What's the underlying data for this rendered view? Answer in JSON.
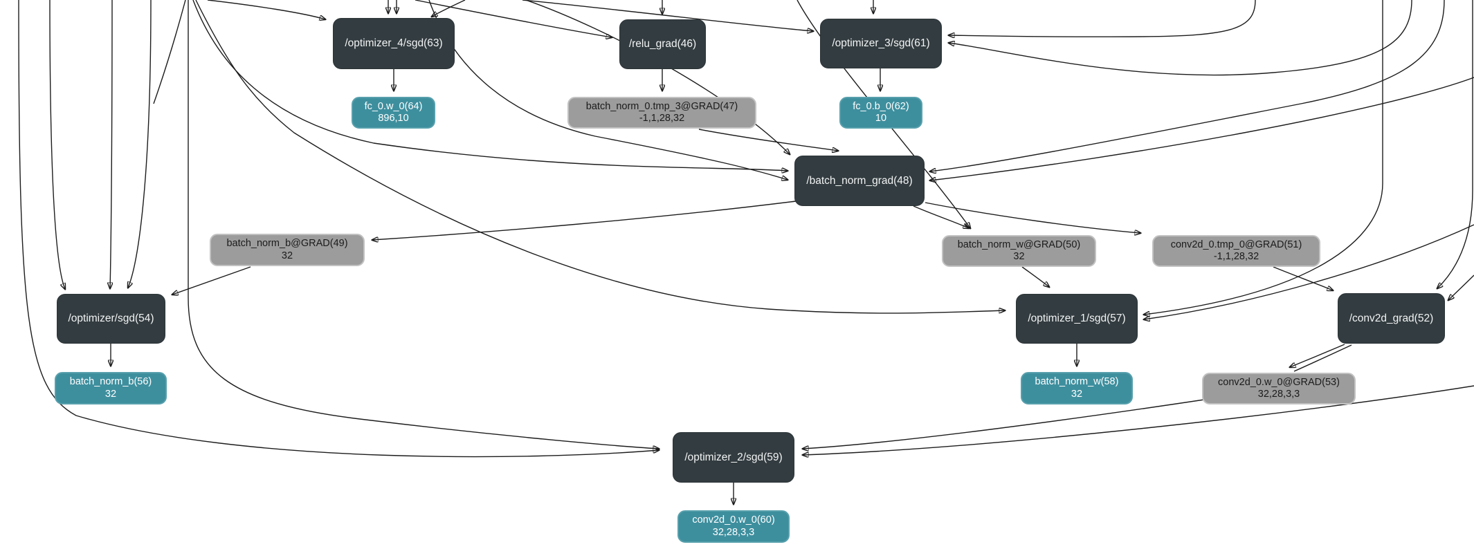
{
  "diagram": {
    "type": "computation-graph",
    "colors": {
      "operator-fill": "#333c40",
      "param-fill": "#3e8f9e",
      "grad-fill": "#9c9c9c",
      "grad-border": "#c2c2c2",
      "edge-color": "#1c1c1c",
      "bg": "#ffffff"
    },
    "nodes": [
      {
        "id": "op63",
        "type": "operator",
        "label": "/optimizer_4/sgd(63)"
      },
      {
        "id": "v64",
        "type": "parameter",
        "label": "fc_0.w_0(64)",
        "shape": "896,10"
      },
      {
        "id": "op46",
        "type": "operator",
        "label": "/relu_grad(46)"
      },
      {
        "id": "g47",
        "type": "gradient",
        "label": "batch_norm_0.tmp_3@GRAD(47)",
        "shape": "-1,1,28,32"
      },
      {
        "id": "op61",
        "type": "operator",
        "label": "/optimizer_3/sgd(61)"
      },
      {
        "id": "v62",
        "type": "parameter",
        "label": "fc_0.b_0(62)",
        "shape": "10"
      },
      {
        "id": "op48",
        "type": "operator",
        "label": "/batch_norm_grad(48)"
      },
      {
        "id": "g49",
        "type": "gradient",
        "label": "batch_norm_b@GRAD(49)",
        "shape": "32"
      },
      {
        "id": "g50",
        "type": "gradient",
        "label": "batch_norm_w@GRAD(50)",
        "shape": "32"
      },
      {
        "id": "g51",
        "type": "gradient",
        "label": "conv2d_0.tmp_0@GRAD(51)",
        "shape": "-1,1,28,32"
      },
      {
        "id": "op54",
        "type": "operator",
        "label": "/optimizer/sgd(54)"
      },
      {
        "id": "v56",
        "type": "parameter",
        "label": "batch_norm_b(56)",
        "shape": "32"
      },
      {
        "id": "op57",
        "type": "operator",
        "label": "/optimizer_1/sgd(57)"
      },
      {
        "id": "v58",
        "type": "parameter",
        "label": "batch_norm_w(58)",
        "shape": "32"
      },
      {
        "id": "op52",
        "type": "operator",
        "label": "/conv2d_grad(52)"
      },
      {
        "id": "g53",
        "type": "gradient",
        "label": "conv2d_0.w_0@GRAD(53)",
        "shape": "32,28,3,3"
      },
      {
        "id": "op59",
        "type": "operator",
        "label": "/optimizer_2/sgd(59)"
      },
      {
        "id": "v60",
        "type": "parameter",
        "label": "conv2d_0.w_0(60)",
        "shape": "32,28,3,3"
      }
    ],
    "edges": [
      "relu_grad(46) -> batch_norm_0.tmp_3@GRAD(47)",
      "batch_norm_0.tmp_3@GRAD(47) -> batch_norm_grad(48)",
      "batch_norm_grad(48) -> batch_norm_b@GRAD(49)",
      "batch_norm_grad(48) -> batch_norm_w@GRAD(50)",
      "batch_norm_grad(48) -> conv2d_0.tmp_0@GRAD(51)",
      "batch_norm_b@GRAD(49) -> optimizer/sgd(54)",
      "batch_norm_w@GRAD(50) -> optimizer_1/sgd(57)",
      "conv2d_0.tmp_0@GRAD(51) -> conv2d_grad(52)",
      "conv2d_grad(52) -> conv2d_0.w_0@GRAD(53)",
      "conv2d_0.w_0@GRAD(53) -> optimizer_2/sgd(59)",
      "optimizer_4/sgd(63) -> fc_0.w_0(64)",
      "optimizer_3/sgd(61) -> fc_0.b_0(62)",
      "optimizer/sgd(54) -> batch_norm_b(56)",
      "optimizer_1/sgd(57) -> batch_norm_w(58)",
      "optimizer_2/sgd(59) -> conv2d_0.w_0(60)"
    ]
  }
}
